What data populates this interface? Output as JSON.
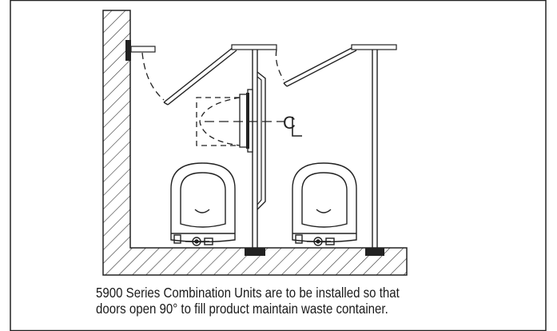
{
  "diagram": {
    "centerline_label": "C",
    "caption": {
      "line1": "5900 Series Combination Units are to be installed so that",
      "line2": "doors open 90° to fill product maintain waste container."
    }
  }
}
